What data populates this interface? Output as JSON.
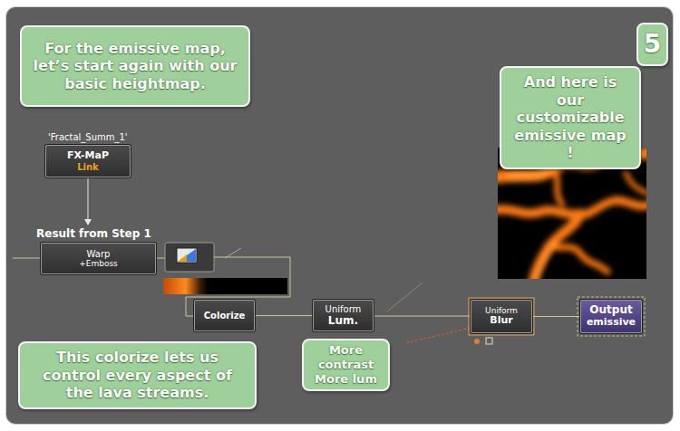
{
  "diagram": {
    "nodes": [
      {
        "text": [
          "For the emissive map, let’s start again with our basic heightmap."
        ]
      },
      {
        "text": [
          "5"
        ]
      },
      {
        "text": [
          "And here is our customizable emissive map !"
        ]
      },
      {
        "text": [
          "'Fractal_Summ_1'",
          "FX-MaP",
          "Link"
        ]
      },
      {
        "text": [
          "Result from Step 1",
          "Warp",
          "+Emboss"
        ]
      },
      {
        "text": [
          "Colorize"
        ]
      },
      {
        "text": [
          "Uniform",
          "Lum."
        ]
      },
      {
        "text": [
          "Uniform",
          "Blur"
        ]
      },
      {
        "text": [
          "Output",
          "emissive"
        ]
      },
      {
        "text": [
          "This colorize lets us control every aspect of the lava streams."
        ]
      },
      {
        "text": [
          "More contrast More lum"
        ]
      }
    ],
    "edges": [
      {
        "from": 3,
        "to": 4,
        "arrow": "to"
      },
      {
        "from": 5,
        "to": 6,
        "arrow": "none"
      },
      {
        "from": 6,
        "to": 7,
        "arrow": "none"
      },
      {
        "from": 7,
        "to": 8,
        "arrow": "none"
      }
    ]
  }
}
